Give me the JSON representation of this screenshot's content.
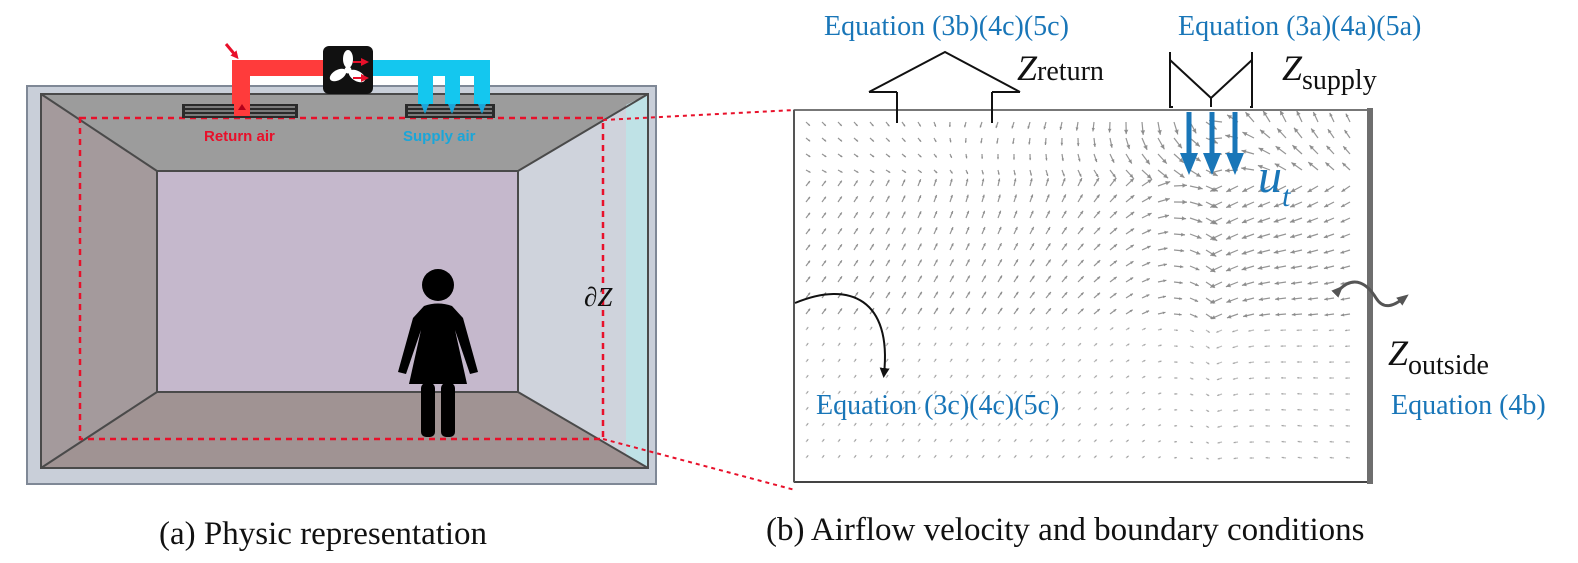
{
  "panel_a": {
    "caption": "(a) Physic representation",
    "return_label": "Return air",
    "supply_label": "Supply air",
    "boundary_symbol": "∂Z",
    "colors": {
      "return": "#ff3b3b",
      "supply": "#14c7ef",
      "outline": "#e8102a",
      "fan": "#111111"
    },
    "icons": [
      "fan-icon",
      "person-icon"
    ]
  },
  "panel_b": {
    "caption": "(b) Airflow velocity and boundary conditions",
    "eq_return": "Equation (3b)(4c)(5c)",
    "eq_supply": "Equation (3a)(4a)(5a)",
    "eq_wall": "Equation (3c)(4c)(5c)",
    "eq_outside": "Equation (4b)",
    "z_return": {
      "main": "Z",
      "sub": "return"
    },
    "z_supply": {
      "main": "Z",
      "sub": "supply"
    },
    "z_outside": {
      "main": "Z",
      "sub": "outside"
    },
    "inflow": {
      "main": "u",
      "sub": "t"
    },
    "colors": {
      "equation": "#1976b8",
      "vector": "#8a8a8a",
      "inflow": "#1976b8"
    }
  }
}
